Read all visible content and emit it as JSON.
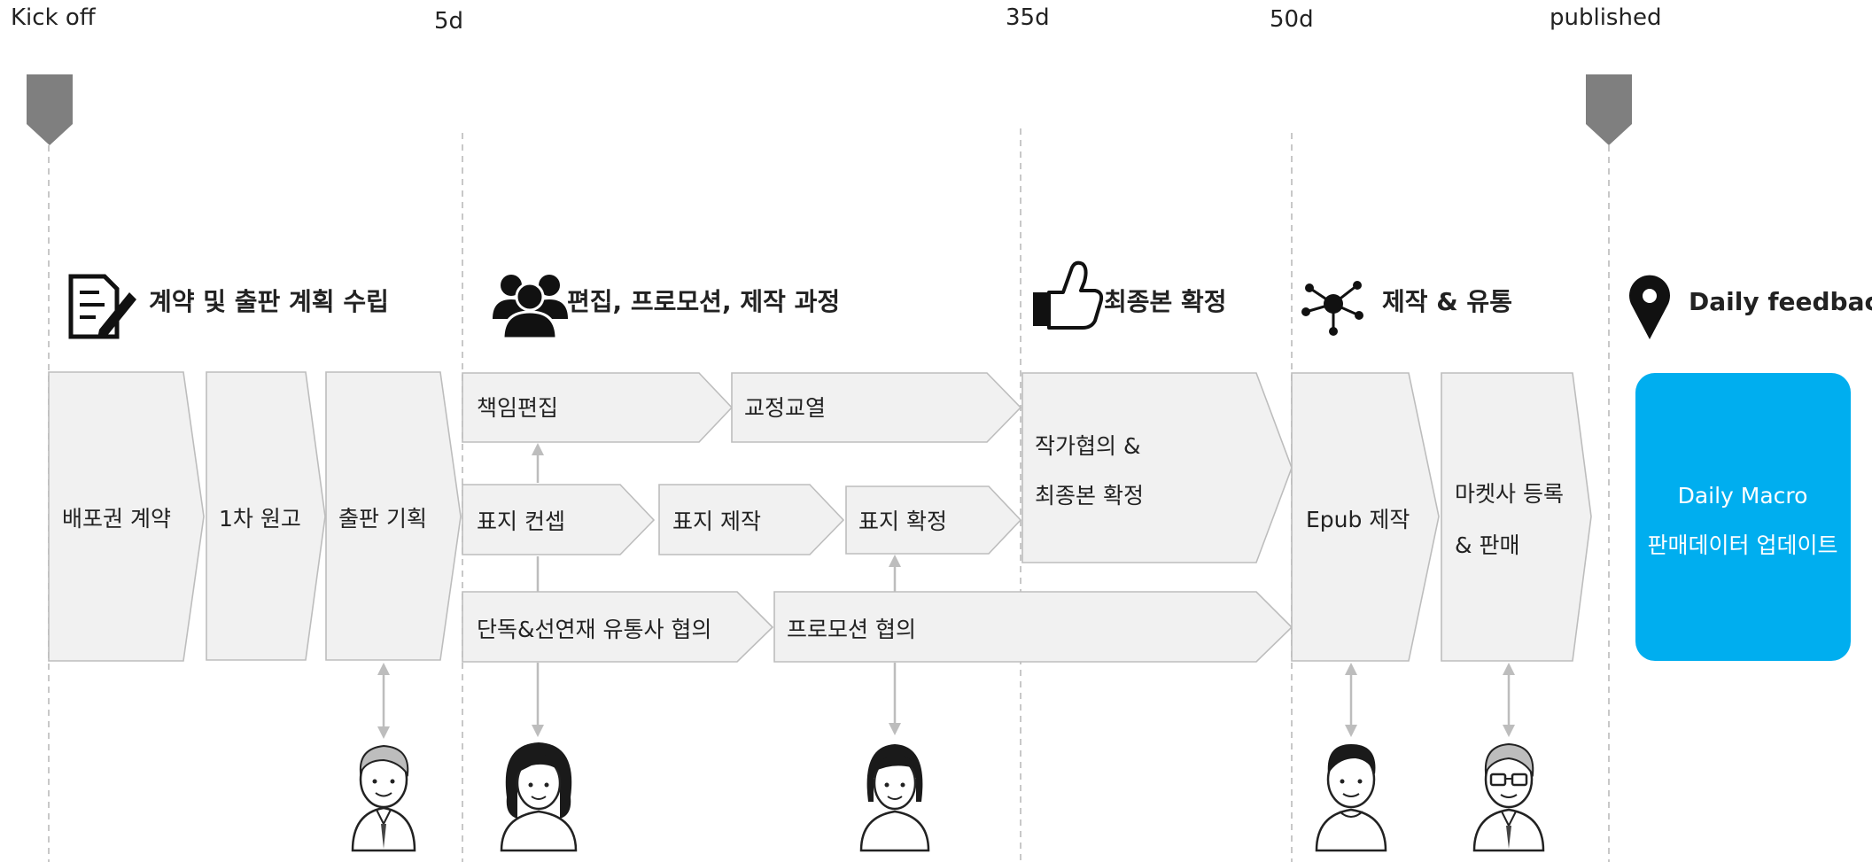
{
  "milestones": {
    "kickoff": "Kick off",
    "d5": "5d",
    "d35": "35d",
    "d50": "50d",
    "published": "published"
  },
  "phases": {
    "p1": "계약 및 출판 계획 수립",
    "p2": "편집, 프로모션, 제작 과정",
    "p3": "최종본 확정",
    "p4": "제작 & 유통",
    "p5": "Daily feedback"
  },
  "steps": {
    "s1": "배포권 계약",
    "s2": "1차 원고",
    "s3": "출판 기획",
    "s4": "책임편집",
    "s5": "교정교열",
    "s6": "표지 컨셉",
    "s7": "표지 제작",
    "s8": "표지 확정",
    "s9": "단독&선연재 유통사 협의",
    "s10": "프로모션 협의",
    "s11_line1": "작가협의 &",
    "s11_line2": "최종본 확정",
    "s12": "Epub 제작",
    "s13_line1": "마켓사 등록",
    "s13_line2": "& 판매"
  },
  "feedback_box": {
    "line1": "Daily Macro",
    "line2": "판매데이터 업데이트",
    "color": "#00aeef"
  },
  "icons": {
    "p1": "contract-edit-icon",
    "p2": "team-icon",
    "p3": "thumbs-up-icon",
    "p4": "network-icon",
    "p5": "location-pin-icon"
  },
  "colors": {
    "marker": "#7f7f7f",
    "box_fill": "#f1f1f1",
    "box_stroke": "#bdbdbd",
    "accent": "#00aeef"
  }
}
